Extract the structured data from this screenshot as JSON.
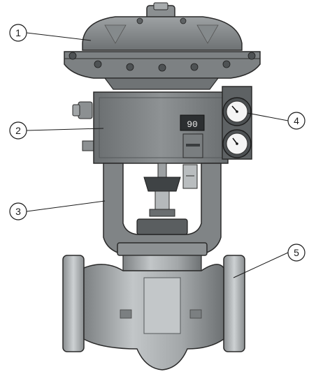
{
  "callouts": [
    {
      "label": "1",
      "part": "actuator"
    },
    {
      "label": "2",
      "part": "positioner"
    },
    {
      "label": "3",
      "part": "yoke"
    },
    {
      "label": "4",
      "part": "pressure-gauges"
    },
    {
      "label": "5",
      "part": "valve-body"
    }
  ],
  "positioner_display": "90",
  "colors": {
    "metal_dark": "#6f7375",
    "metal_mid": "#9a9ea0",
    "metal_light": "#c4c8ca",
    "outline": "#2a2a2a"
  }
}
